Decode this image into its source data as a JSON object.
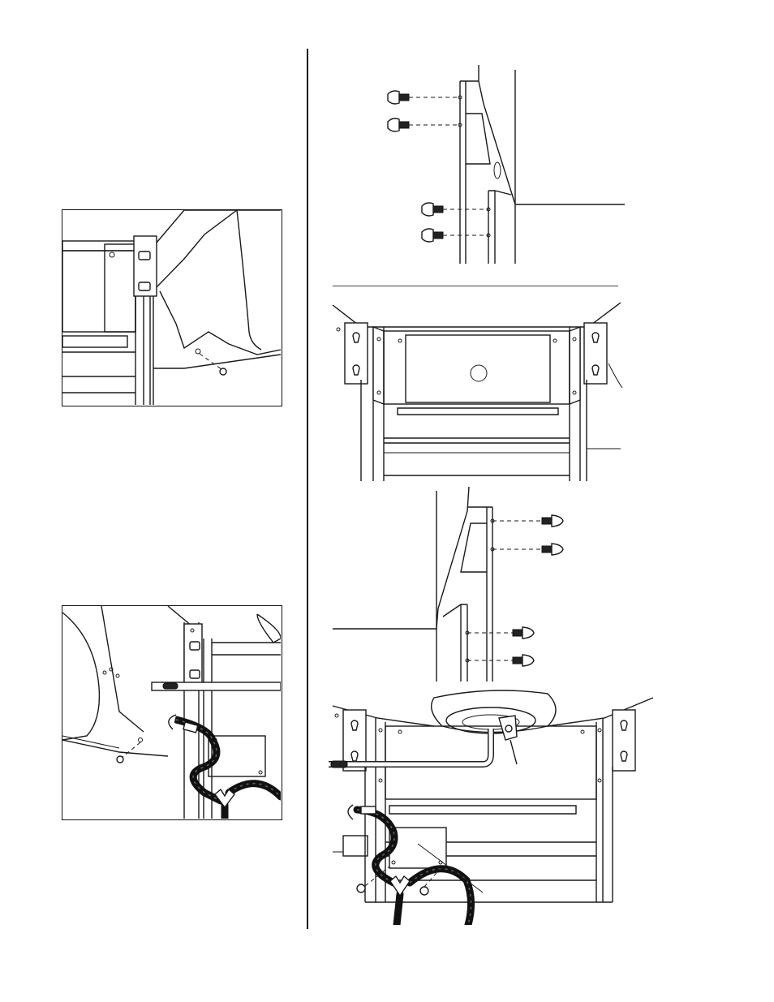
{
  "document": {
    "type": "assembly-instructions",
    "figures": [
      {
        "name": "left-bracket-detail",
        "icons": [
          "bracket",
          "screw",
          "bolt"
        ]
      },
      {
        "name": "left-hose-detail",
        "icons": [
          "bracket",
          "gas-hose",
          "y-connector",
          "burner-tube",
          "screw"
        ]
      },
      {
        "name": "right-side-view-screws",
        "icons": [
          "screw",
          "bracket"
        ]
      },
      {
        "name": "front-view-brackets",
        "icons": [
          "bracket",
          "panel",
          "hole"
        ]
      },
      {
        "name": "right-side-view-screws-lower",
        "icons": [
          "screw",
          "bracket"
        ]
      },
      {
        "name": "front-view-hose-assembly",
        "icons": [
          "bracket",
          "gas-hose",
          "y-connector",
          "burner-tube",
          "clamp",
          "screw"
        ]
      }
    ]
  }
}
